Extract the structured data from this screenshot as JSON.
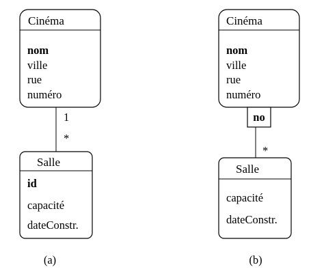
{
  "diagram_a": {
    "cinema": {
      "name": "Cinéma",
      "key_attribute": "nom",
      "attributes": [
        "ville",
        "rue",
        "numéro"
      ]
    },
    "multiplicity_top": "1",
    "multiplicity_bottom": "*",
    "salle": {
      "name": "Salle",
      "key_attribute": "id",
      "attributes": [
        "capacité",
        "dateConstr."
      ]
    },
    "caption": "(a)"
  },
  "diagram_b": {
    "cinema": {
      "name": "Cinéma",
      "key_attribute": "nom",
      "attributes": [
        "ville",
        "rue",
        "numéro"
      ]
    },
    "qualifier": "no",
    "multiplicity_bottom": "*",
    "salle": {
      "name": "Salle",
      "attributes": [
        "capacité",
        "dateConstr."
      ]
    },
    "caption": "(b)"
  }
}
